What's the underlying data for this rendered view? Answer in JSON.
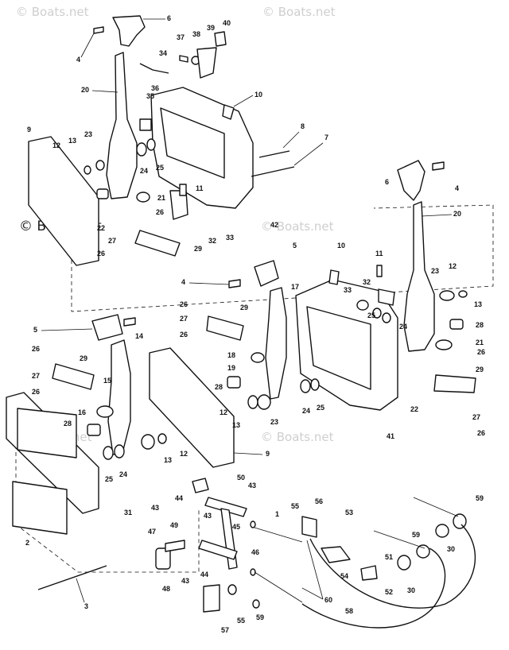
{
  "watermarks": {
    "top_left": "© Boats.net",
    "top_right": "© Boats.net",
    "left_mid": "© Boats.net",
    "center_mid": "© Boats.net",
    "lower_left": "© Boats.net",
    "lower_right": "© Boats.net"
  },
  "callouts": [
    {
      "id": "c6a",
      "num": "6"
    },
    {
      "id": "c4a",
      "num": "4"
    },
    {
      "id": "c37",
      "num": "37"
    },
    {
      "id": "c38",
      "num": "38"
    },
    {
      "id": "c39",
      "num": "39"
    },
    {
      "id": "c40",
      "num": "40"
    },
    {
      "id": "c34",
      "num": "34"
    },
    {
      "id": "c20a",
      "num": "20"
    },
    {
      "id": "c36",
      "num": "36"
    },
    {
      "id": "c35",
      "num": "35"
    },
    {
      "id": "c10a",
      "num": "10"
    },
    {
      "id": "c9a",
      "num": "9"
    },
    {
      "id": "c12a",
      "num": "12"
    },
    {
      "id": "c13a",
      "num": "13"
    },
    {
      "id": "c23a",
      "num": "23"
    },
    {
      "id": "c24a",
      "num": "24"
    },
    {
      "id": "c25a",
      "num": "25"
    },
    {
      "id": "c8",
      "num": "8"
    },
    {
      "id": "c7",
      "num": "7"
    },
    {
      "id": "c11a",
      "num": "11"
    },
    {
      "id": "c21a",
      "num": "21"
    },
    {
      "id": "c26a",
      "num": "26"
    },
    {
      "id": "c22a",
      "num": "22"
    },
    {
      "id": "c27a",
      "num": "27"
    },
    {
      "id": "c26b",
      "num": "26"
    },
    {
      "id": "c29a",
      "num": "29"
    },
    {
      "id": "c32a",
      "num": "32"
    },
    {
      "id": "c33a",
      "num": "33"
    },
    {
      "id": "c42",
      "num": "42"
    },
    {
      "id": "c6b",
      "num": "6"
    },
    {
      "id": "c4b",
      "num": "4"
    },
    {
      "id": "c20b",
      "num": "20"
    },
    {
      "id": "c5a",
      "num": "5"
    },
    {
      "id": "c4c",
      "num": "4"
    },
    {
      "id": "c10b",
      "num": "10"
    },
    {
      "id": "c11b",
      "num": "11"
    },
    {
      "id": "c32b",
      "num": "32"
    },
    {
      "id": "c33b",
      "num": "33"
    },
    {
      "id": "c12b",
      "num": "12"
    },
    {
      "id": "c23b",
      "num": "23"
    },
    {
      "id": "c13b",
      "num": "13"
    },
    {
      "id": "c17",
      "num": "17"
    },
    {
      "id": "c25b",
      "num": "25"
    },
    {
      "id": "c24b",
      "num": "24"
    },
    {
      "id": "c28a",
      "num": "28"
    },
    {
      "id": "c21b",
      "num": "21"
    },
    {
      "id": "c26c",
      "num": "26"
    },
    {
      "id": "c29b",
      "num": "29"
    },
    {
      "id": "c27b",
      "num": "27"
    },
    {
      "id": "c26d",
      "num": "26"
    },
    {
      "id": "c18",
      "num": "18"
    },
    {
      "id": "c19",
      "num": "19"
    },
    {
      "id": "c28b",
      "num": "28"
    },
    {
      "id": "c5b",
      "num": "5"
    },
    {
      "id": "c14",
      "num": "14"
    },
    {
      "id": "c26e",
      "num": "26"
    },
    {
      "id": "c29c",
      "num": "29"
    },
    {
      "id": "c27c",
      "num": "27"
    },
    {
      "id": "c26f",
      "num": "26"
    },
    {
      "id": "c15",
      "num": "15"
    },
    {
      "id": "c16",
      "num": "16"
    },
    {
      "id": "c28c",
      "num": "28"
    },
    {
      "id": "c24c",
      "num": "24"
    },
    {
      "id": "c25c",
      "num": "25"
    },
    {
      "id": "c13c",
      "num": "13"
    },
    {
      "id": "c12c",
      "num": "12"
    },
    {
      "id": "c12d",
      "num": "12"
    },
    {
      "id": "c13d",
      "num": "13"
    },
    {
      "id": "c23c",
      "num": "23"
    },
    {
      "id": "c24d",
      "num": "24"
    },
    {
      "id": "c25d",
      "num": "25"
    },
    {
      "id": "c22b",
      "num": "22"
    },
    {
      "id": "c41",
      "num": "41"
    },
    {
      "id": "c26g",
      "num": "26"
    },
    {
      "id": "c29d",
      "num": "29"
    },
    {
      "id": "c27d",
      "num": "27"
    },
    {
      "id": "c26h",
      "num": "26"
    },
    {
      "id": "c9b",
      "num": "9"
    },
    {
      "id": "c31",
      "num": "31"
    },
    {
      "id": "c2",
      "num": "2"
    },
    {
      "id": "c3",
      "num": "3"
    },
    {
      "id": "c50",
      "num": "50"
    },
    {
      "id": "c43a",
      "num": "43"
    },
    {
      "id": "c44a",
      "num": "44"
    },
    {
      "id": "c43b",
      "num": "43"
    },
    {
      "id": "c43c",
      "num": "43"
    },
    {
      "id": "c45",
      "num": "45"
    },
    {
      "id": "c47",
      "num": "47"
    },
    {
      "id": "c49",
      "num": "49"
    },
    {
      "id": "c46",
      "num": "46"
    },
    {
      "id": "c43d",
      "num": "43"
    },
    {
      "id": "c44b",
      "num": "44"
    },
    {
      "id": "c48",
      "num": "48"
    },
    {
      "id": "c1",
      "num": "1"
    },
    {
      "id": "c55a",
      "num": "55"
    },
    {
      "id": "c56",
      "num": "56"
    },
    {
      "id": "c53",
      "num": "53"
    },
    {
      "id": "c51",
      "num": "51"
    },
    {
      "id": "c54",
      "num": "54"
    },
    {
      "id": "c52",
      "num": "52"
    },
    {
      "id": "c59a",
      "num": "59"
    },
    {
      "id": "c59b",
      "num": "59"
    },
    {
      "id": "c30a",
      "num": "30"
    },
    {
      "id": "c30b",
      "num": "30"
    },
    {
      "id": "c60",
      "num": "60"
    },
    {
      "id": "c58",
      "num": "58"
    },
    {
      "id": "c57",
      "num": "57"
    },
    {
      "id": "c55b",
      "num": "55"
    },
    {
      "id": "c59c",
      "num": "59"
    }
  ]
}
